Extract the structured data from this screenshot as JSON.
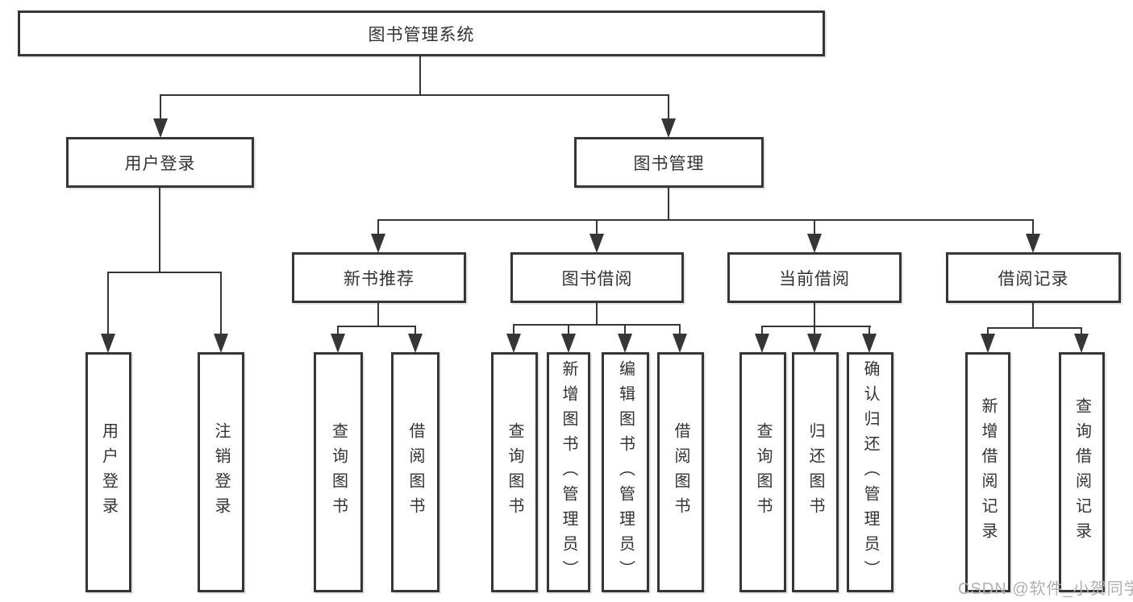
{
  "diagram": {
    "title": "图书管理系统",
    "level2": {
      "user_login": {
        "label": "用户登录",
        "children": {
          "login": "用户登录",
          "logout": "注销登录"
        }
      },
      "book_mgmt": {
        "label": "图书管理",
        "children": {
          "new_books": {
            "label": "新书推荐",
            "children": {
              "query": "查询图书",
              "borrow": "借阅图书"
            }
          },
          "book_borrow": {
            "label": "图书借阅",
            "children": {
              "query": "查询图书",
              "add": "新增图书（管理员）",
              "edit": "编辑图书（管理员）",
              "borrow": "借阅图书"
            }
          },
          "current_borrow": {
            "label": "当前借阅",
            "children": {
              "query": "查询图书",
              "return": "归还图书",
              "confirm": "确认归还（管理员）"
            }
          },
          "borrow_records": {
            "label": "借阅记录",
            "children": {
              "add": "新增借阅记录",
              "query": "查询借阅记录"
            }
          }
        }
      }
    }
  },
  "watermark": {
    "text": "CSDN @软件_小贺同学"
  },
  "colors": {
    "line": "#363636",
    "text": "#333333",
    "background": "#ffffff",
    "watermark": "#b0b0b0"
  }
}
